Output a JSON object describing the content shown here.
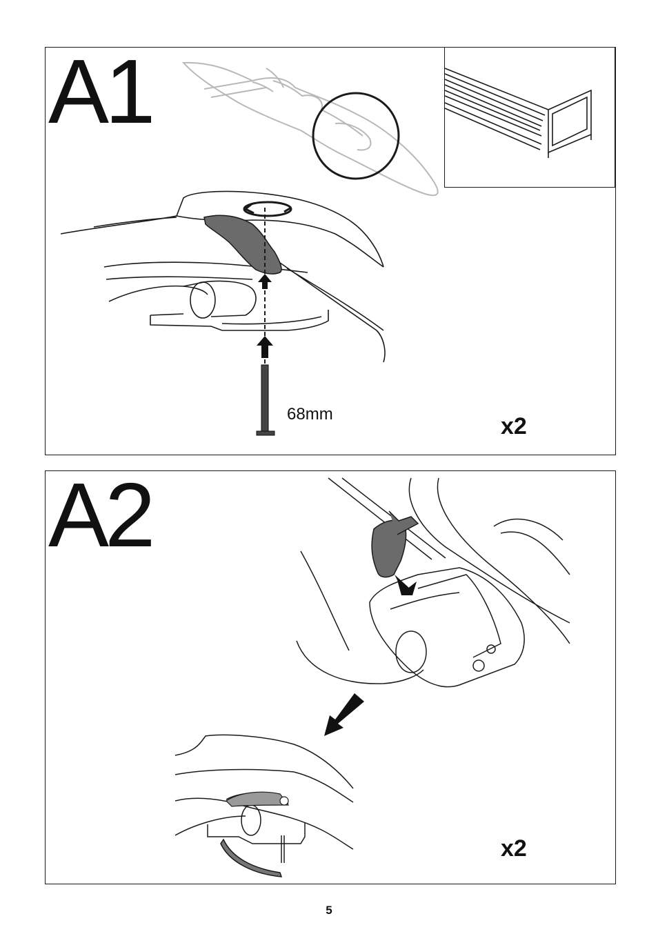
{
  "panels": [
    {
      "label": "A1",
      "measurement": "68mm",
      "quantity": "x2"
    },
    {
      "label": "A2",
      "quantity": "x2"
    }
  ],
  "footer": {
    "page_number": "5"
  },
  "icons": [
    "rotate-arrow-icon",
    "up-arrow-icon",
    "down-left-arrow-icon",
    "insert-arrow-icon"
  ],
  "colors": {
    "line": "#1a1a1a",
    "part_gray": "#6b6b6b",
    "faded_line": "#b5b5b5"
  }
}
